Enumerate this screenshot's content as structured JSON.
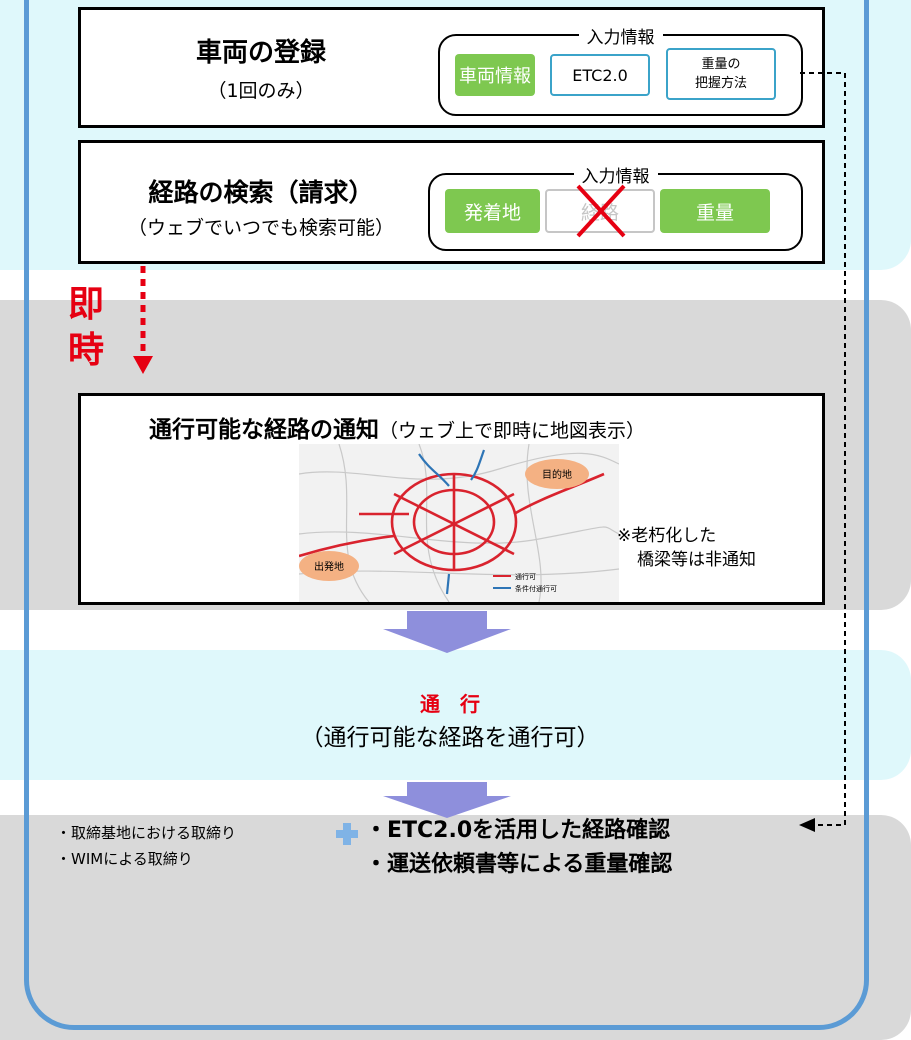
{
  "registration": {
    "title": "車両の登録",
    "subtitle": "（1回のみ）",
    "input_label": "入力情報",
    "chips": [
      "車両情報",
      "ETC2.0",
      "重量の",
      "把握方法"
    ]
  },
  "route_search": {
    "title": "経路の検索（請求）",
    "subtitle": "（ウェブでいつでも検索可能）",
    "input_label": "入力情報",
    "chips": [
      "発着地",
      "経路",
      "重量"
    ]
  },
  "immediate": {
    "char1": "即",
    "char2": "時"
  },
  "notification": {
    "title_bold": "通行可能な経路の通知",
    "title_normal": "（ウェブ上で即時に地図表示）",
    "map": {
      "origin": "出発地",
      "destination": "目的地",
      "legend_passable": "通行可",
      "legend_conditional": "条件付通行可"
    },
    "note_line1": "※老朽化した",
    "note_line2": "橋梁等は非通知"
  },
  "passage": {
    "title": "通　行",
    "subtitle": "（通行可能な経路を通行可）"
  },
  "enforcement": {
    "left_items": [
      "・取締基地における取締り",
      "・WIMによる取締り"
    ],
    "right_items": [
      "・ETC2.0を活用した経路確認",
      "・運送依頼書等による重量確認"
    ]
  },
  "colors": {
    "band_cyan": "#dff8fb",
    "band_gray": "#d9d9d9",
    "frame_blue": "#5b9bd5",
    "chip_green": "#7ec850",
    "chip_outline": "#3ba3c9",
    "arrow_purple": "#8e8fdc",
    "accent_red": "#e60012"
  }
}
